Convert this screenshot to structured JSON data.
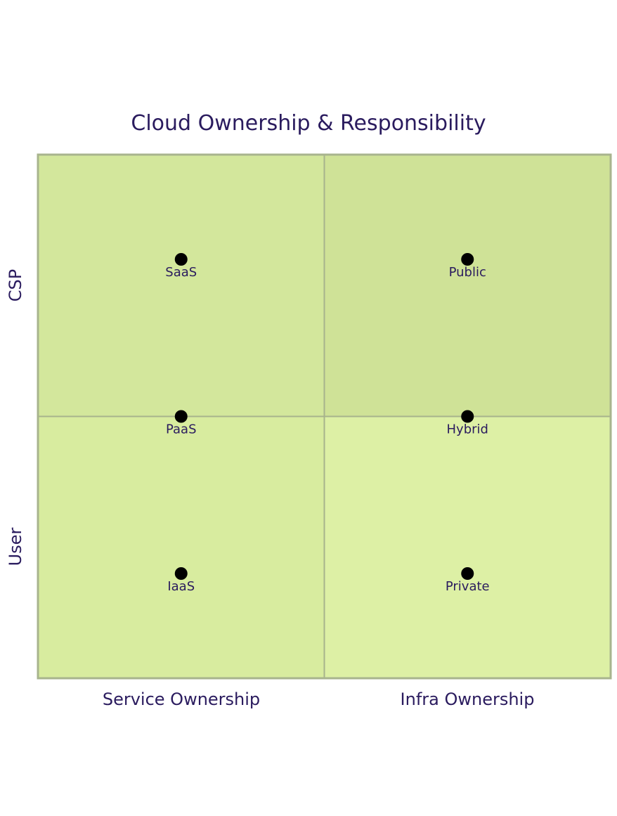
{
  "chart_data": {
    "type": "quadrant",
    "title": "Cloud Ownership & Responsibility",
    "x_axis": {
      "left_label": "Service Ownership",
      "right_label": "Infra Ownership",
      "range": [
        0,
        1
      ]
    },
    "y_axis": {
      "bottom_label": "User",
      "top_label": "CSP",
      "range": [
        0,
        1
      ]
    },
    "quadrants": [
      {
        "name": "top-left",
        "color": "#d3e79c"
      },
      {
        "name": "top-right",
        "color": "#cfe297"
      },
      {
        "name": "bottom-left",
        "color": "#d8ec9f"
      },
      {
        "name": "bottom-right",
        "color": "#ddf0a5"
      }
    ],
    "points": [
      {
        "label": "SaaS",
        "x": 0.25,
        "y": 0.8
      },
      {
        "label": "PaaS",
        "x": 0.25,
        "y": 0.5
      },
      {
        "label": "IaaS",
        "x": 0.25,
        "y": 0.2
      },
      {
        "label": "Public",
        "x": 0.75,
        "y": 0.8
      },
      {
        "label": "Hybrid",
        "x": 0.75,
        "y": 0.5
      },
      {
        "label": "Private",
        "x": 0.75,
        "y": 0.2
      }
    ],
    "colors": {
      "text": "#2a1b5e",
      "border": "#a8b48e",
      "divider": "#a7b38c",
      "point": "#000000"
    }
  }
}
